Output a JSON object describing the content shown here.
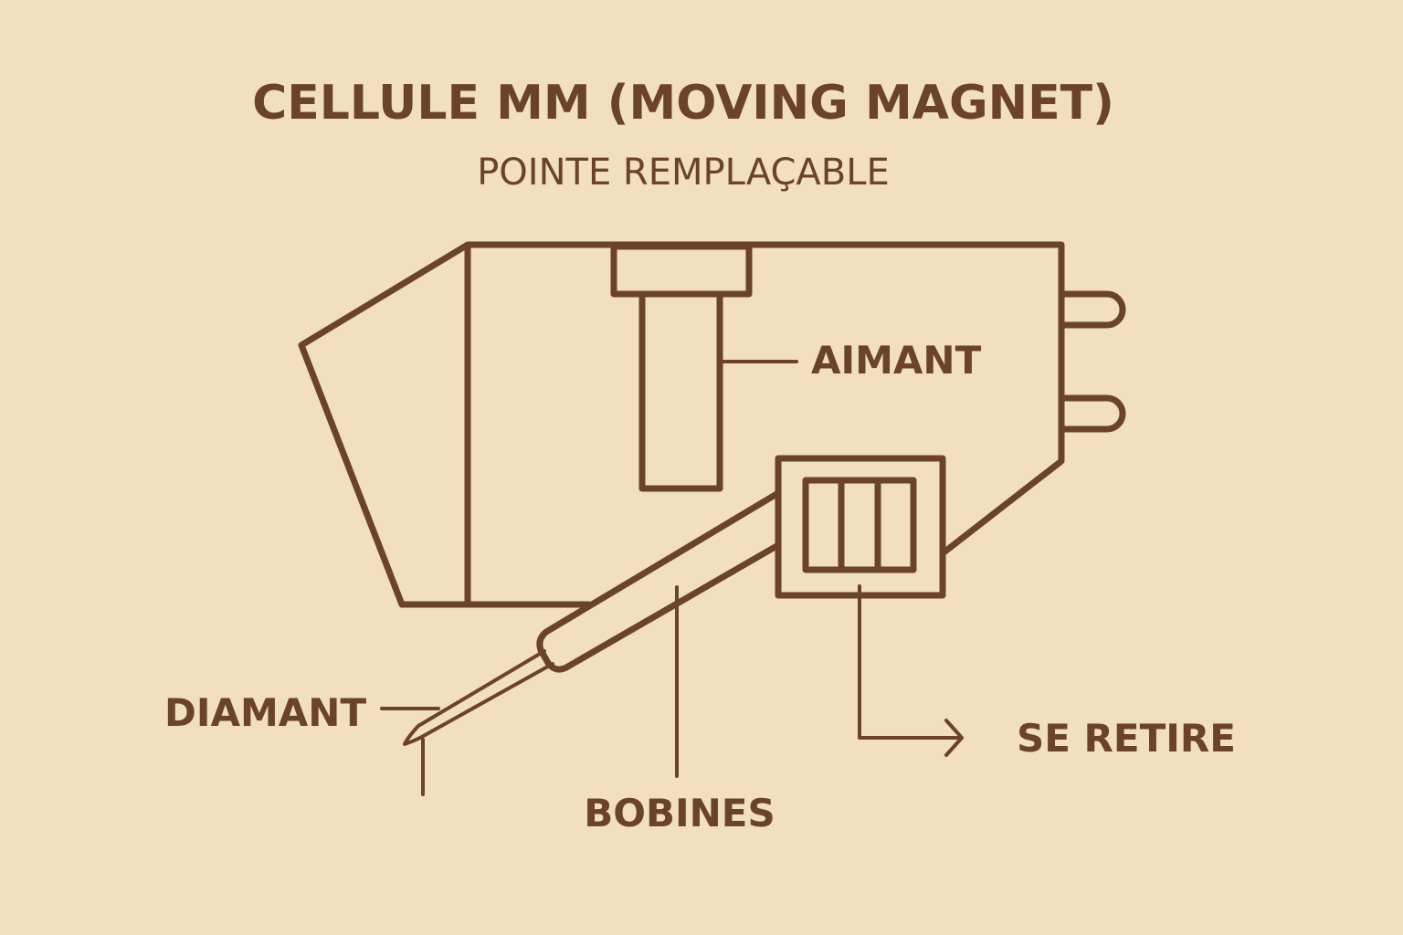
{
  "title": "CELLULE MM (MOVING MAGNET)",
  "subtitle": "POINTE REMPLAÇABLE",
  "labels": {
    "magnet": "AIMANT",
    "diamond": "DIAMANT",
    "coils": "BOBINES",
    "removable": "SE RETIRE"
  },
  "colors": {
    "background": "#f2dfc2",
    "ink": "#6b4328"
  }
}
